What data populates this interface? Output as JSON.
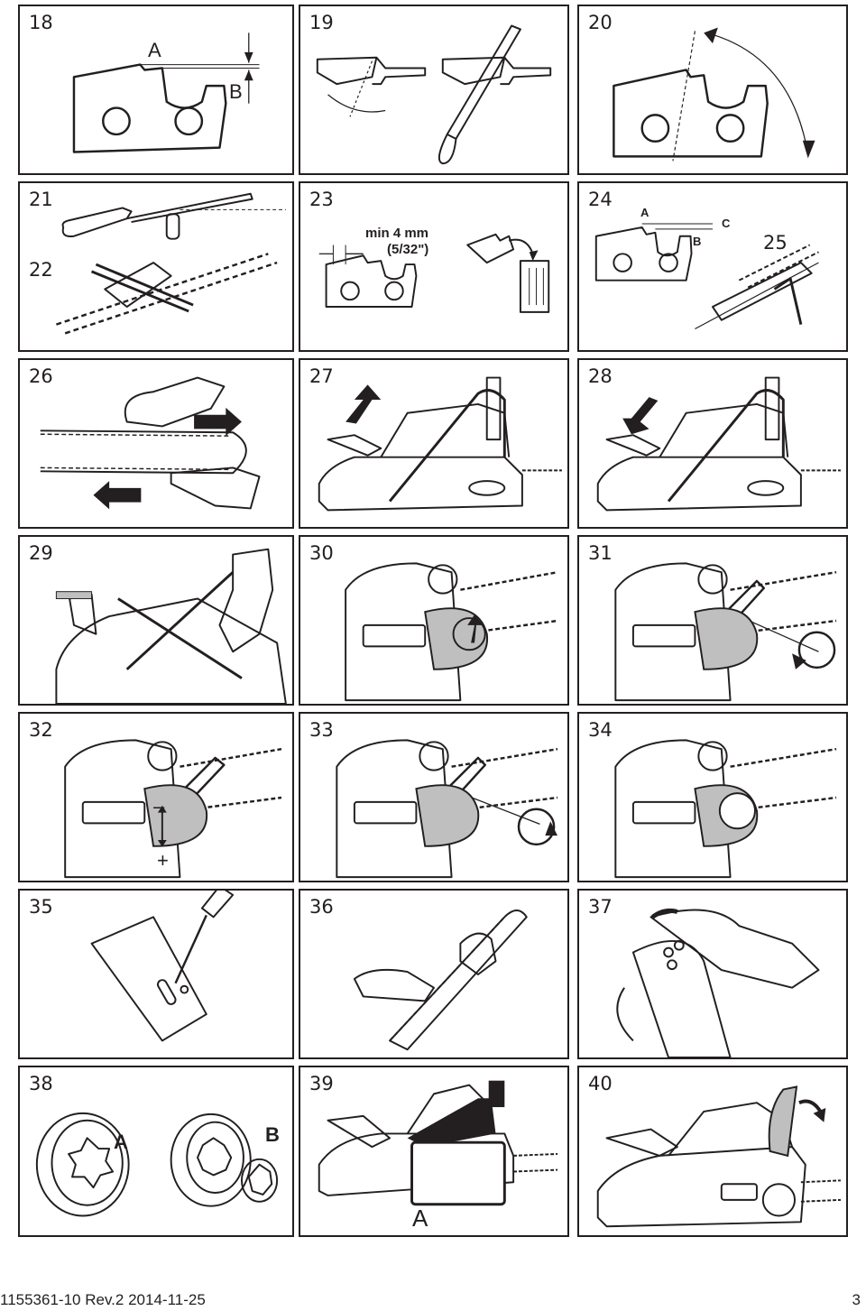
{
  "panels": [
    {
      "id": "18",
      "labels": {
        "a": "A",
        "b": "B"
      }
    },
    {
      "id": "19"
    },
    {
      "id": "20"
    },
    {
      "id": "21",
      "sub": "22"
    },
    {
      "id": "23",
      "labels": {
        "min": "min 4 mm",
        "inch": "(5/32\")"
      }
    },
    {
      "id": "24",
      "sub": "25",
      "labels": {
        "a": "A",
        "b": "B",
        "c": "C"
      }
    },
    {
      "id": "26"
    },
    {
      "id": "27"
    },
    {
      "id": "28"
    },
    {
      "id": "29"
    },
    {
      "id": "30"
    },
    {
      "id": "31"
    },
    {
      "id": "32",
      "labels": {
        "minus": "–",
        "plus": "+"
      }
    },
    {
      "id": "33"
    },
    {
      "id": "34"
    },
    {
      "id": "35"
    },
    {
      "id": "36"
    },
    {
      "id": "37"
    },
    {
      "id": "38",
      "labels": {
        "a": "A",
        "b": "B"
      }
    },
    {
      "id": "39",
      "labels": {
        "a": "A"
      }
    },
    {
      "id": "40"
    }
  ],
  "footer": {
    "doc_ref": "1155361-10 Rev.2 2014-11-25",
    "page_number": "3"
  },
  "colors": {
    "line": "#231f20",
    "shade": "#bfbfbf"
  }
}
